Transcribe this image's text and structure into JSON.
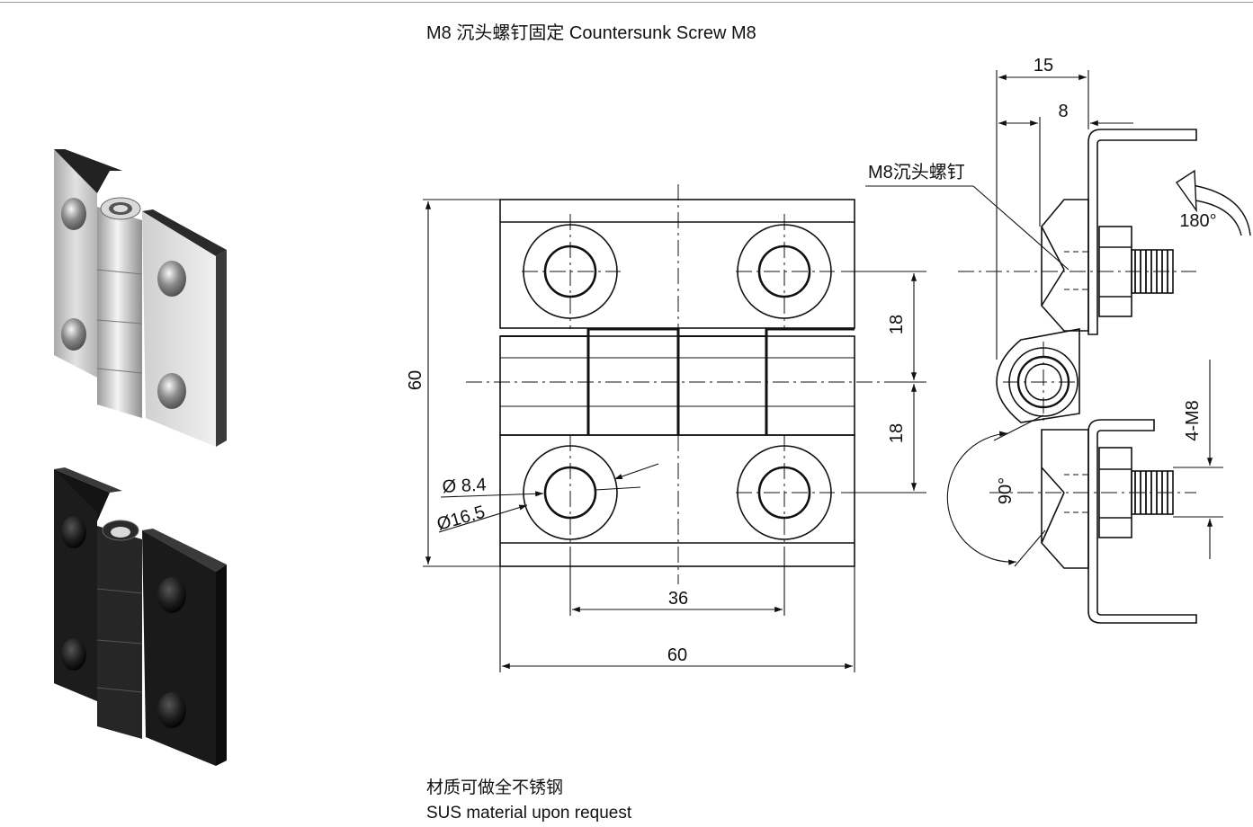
{
  "header": {
    "title": "M8 沉头螺钉固定  Countersunk Screw M8"
  },
  "footer": {
    "line1": "材质可做全不锈钢",
    "line2": "SUS material upon request"
  },
  "dimensions": {
    "height_60": "60",
    "width_60": "60",
    "pitch_36": "36",
    "upper_18": "18",
    "lower_18": "18",
    "hole_small": "Ø 8.4",
    "hole_large": "Ø16.5",
    "side_15": "15",
    "side_8": "8",
    "thread": "4-M8",
    "angle_90": "90°",
    "angle_180": "180°",
    "screw_label": "M8沉头螺钉"
  },
  "colors": {
    "line": "#111111",
    "silver_face": "#c9c9c9",
    "black_face": "#1a1a1a"
  }
}
